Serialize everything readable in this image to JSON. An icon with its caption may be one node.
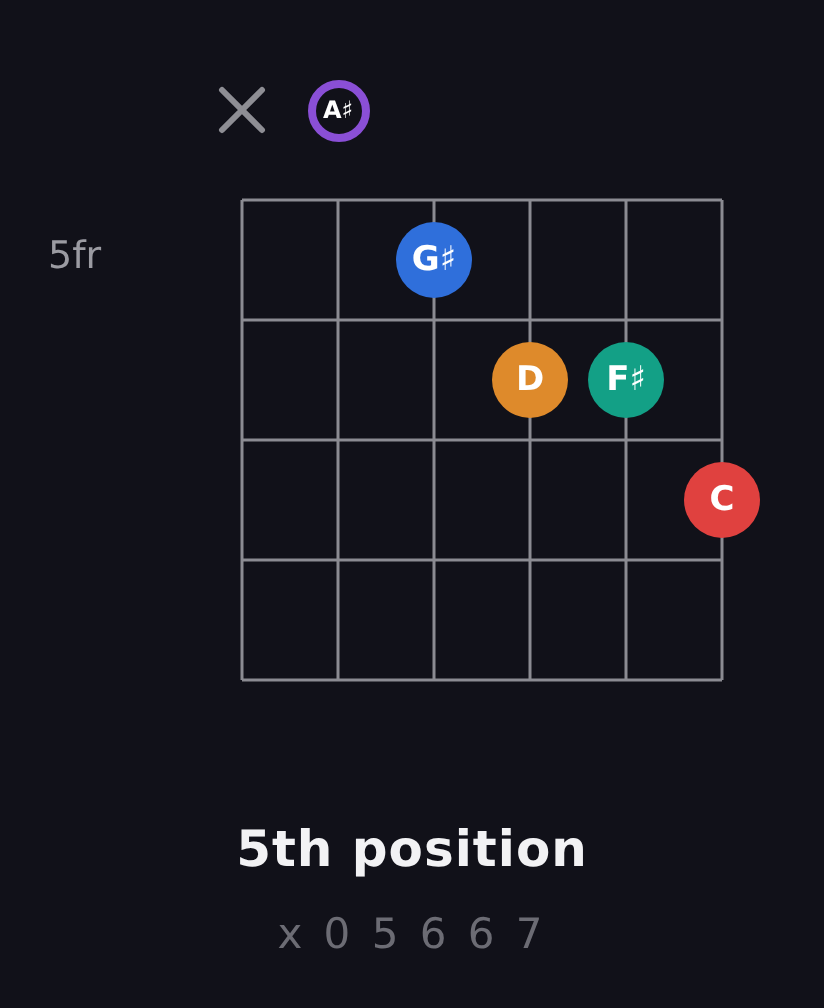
{
  "diagram": {
    "title": "5th position",
    "nodes": [
      {
        "text": [
          "A♯"
        ]
      },
      {
        "text": [
          "G♯"
        ]
      },
      {
        "text": [
          "D"
        ]
      },
      {
        "text": [
          "F♯"
        ]
      },
      {
        "text": [
          "C"
        ]
      }
    ],
    "labels": [
      "5fr",
      "x 0 5 6 6 7"
    ]
  }
}
